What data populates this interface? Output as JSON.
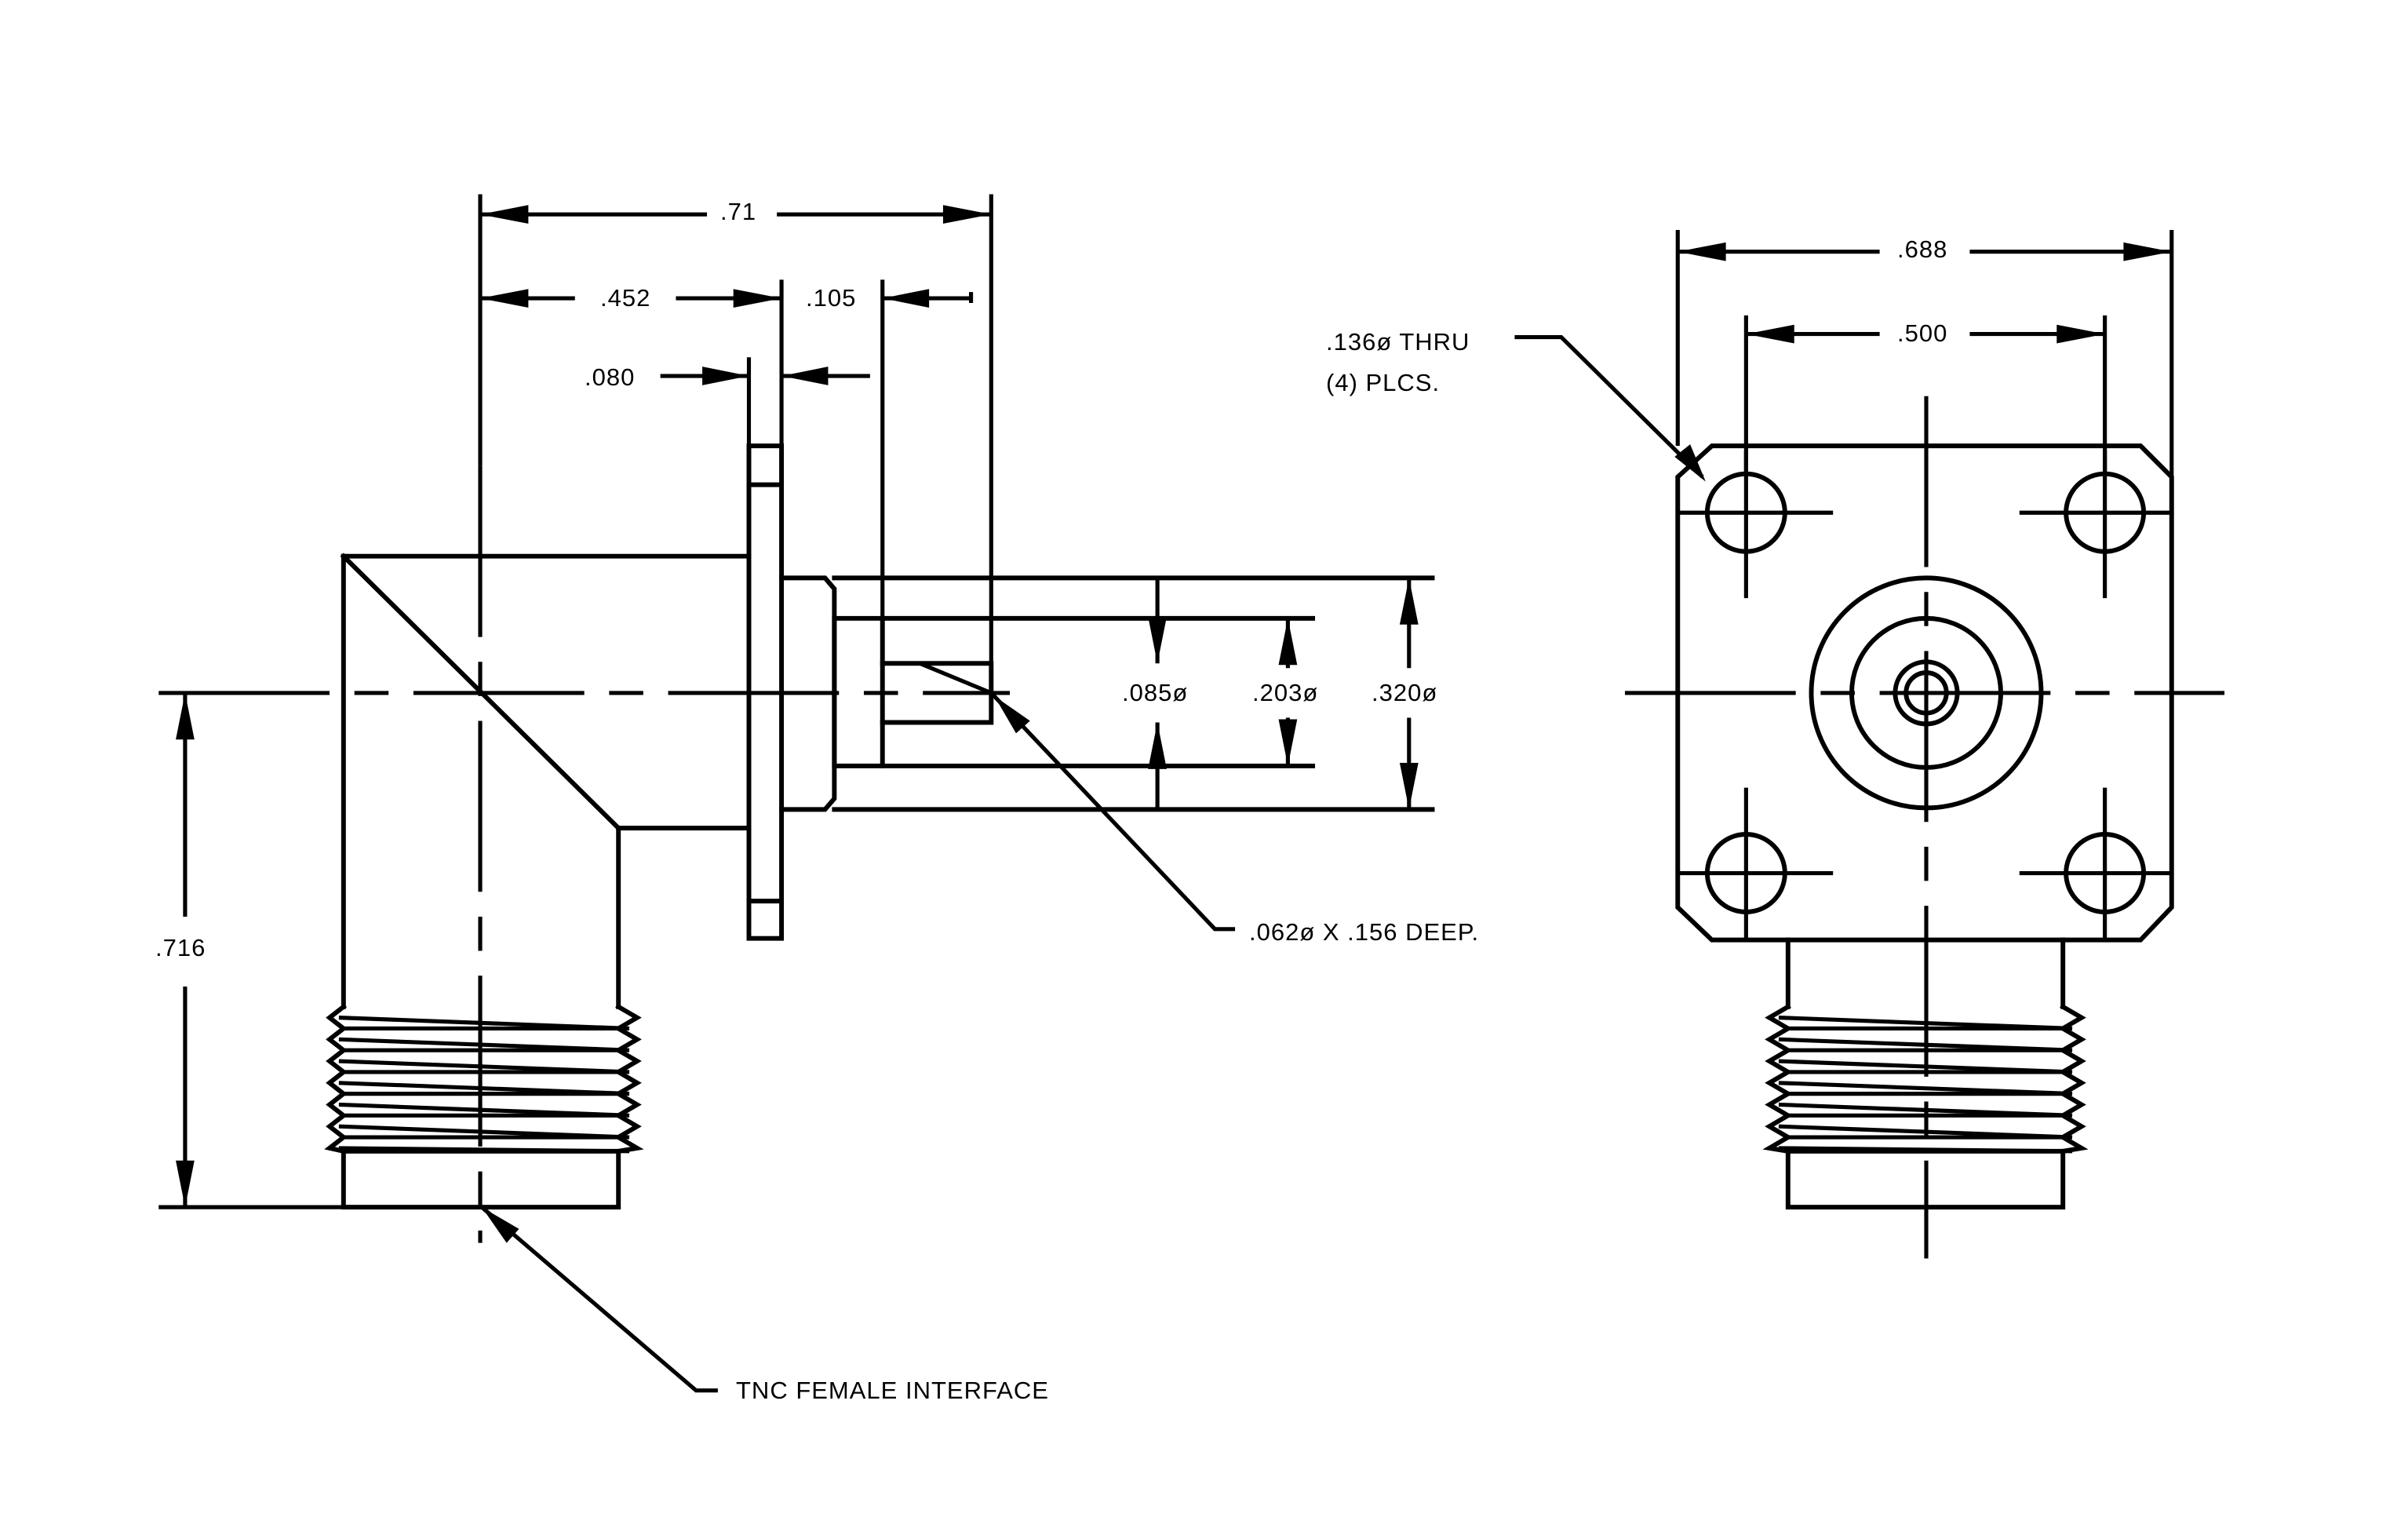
{
  "dimensions": {
    "overall_length": ".71",
    "body_to_flange": ".452",
    "flange_to_pin_end": ".105",
    "flange_thickness": ".080",
    "pin_diameter": ".085ø",
    "insulator_diameter": ".203ø",
    "shank_diameter": ".320ø",
    "height": ".716",
    "flange_width": ".688",
    "hole_spacing": ".500"
  },
  "callouts": {
    "hole_line1": ".136ø THRU",
    "hole_line2": "(4) PLCS.",
    "bore": ".062ø X .156 DEEP.",
    "interface": "TNC FEMALE INTERFACE"
  }
}
